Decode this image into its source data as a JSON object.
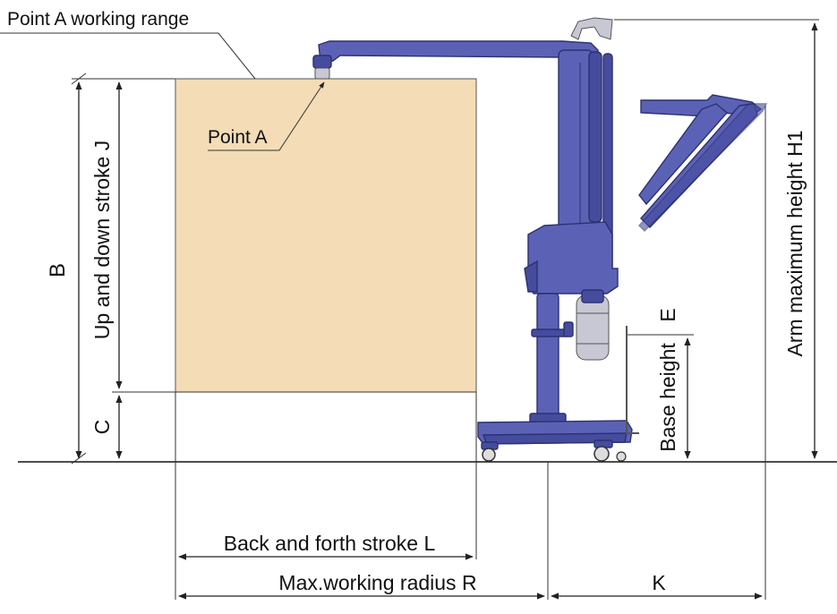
{
  "labels": {
    "working_range": "Point A working range",
    "point_a": "Point A",
    "b": "B",
    "up_down_stroke": "Up and down stroke  J",
    "c": "C",
    "back_forth_stroke": "Back and forth stroke  L",
    "max_working_radius": "Max.working radius  R",
    "k": "K",
    "base_height": "Base height",
    "e": "E",
    "arm_max_height": "Arm maximum height  H1"
  },
  "colors": {
    "working_area": "#f3dcb6",
    "machine": "#5b62b6",
    "machine_outline": "#2c3170"
  }
}
